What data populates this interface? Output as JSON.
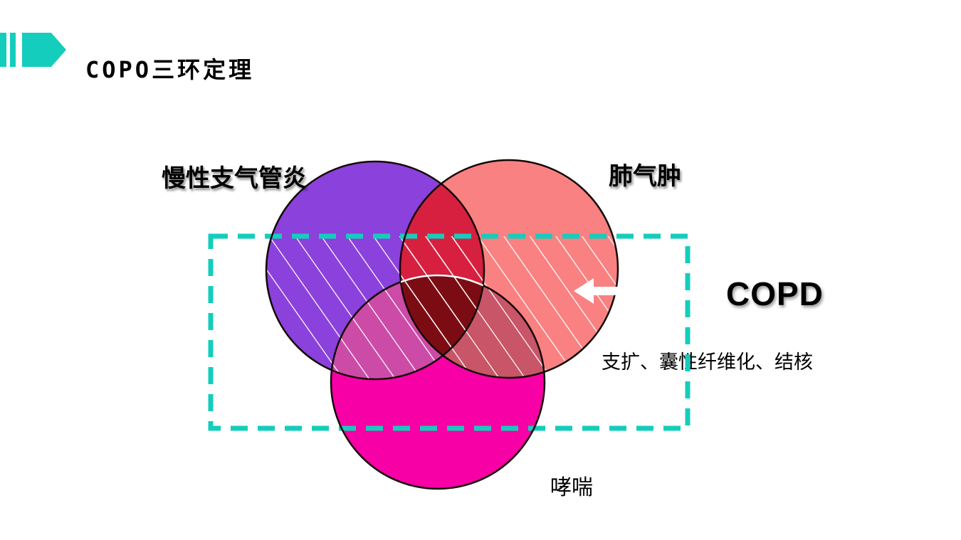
{
  "header": {
    "title": "COPO三环定理",
    "accent_color": "#15CDBC"
  },
  "venn": {
    "circle_labels": {
      "left": "慢性支气管炎",
      "right": "肺气肿",
      "bottom": "哮喘"
    },
    "callout": {
      "label": "COPD",
      "note": "支扩、囊性纤维化、结核"
    },
    "colors": {
      "left_circle": "#8B41DB",
      "right_circle": "#F98181",
      "bottom_circle": "#F700A5",
      "left_right_overlap": "#D7203F",
      "left_bottom_overlap": "#CC4BA6",
      "right_bottom_overlap": "#C85568",
      "center_overlap": "#7C0C13",
      "circle_outline": "#140808",
      "hatch": "#FFFFFF",
      "dash_border": "#15CDBC",
      "arrow": "#FFFFFF",
      "center_arc": "#FFFFFF"
    }
  }
}
